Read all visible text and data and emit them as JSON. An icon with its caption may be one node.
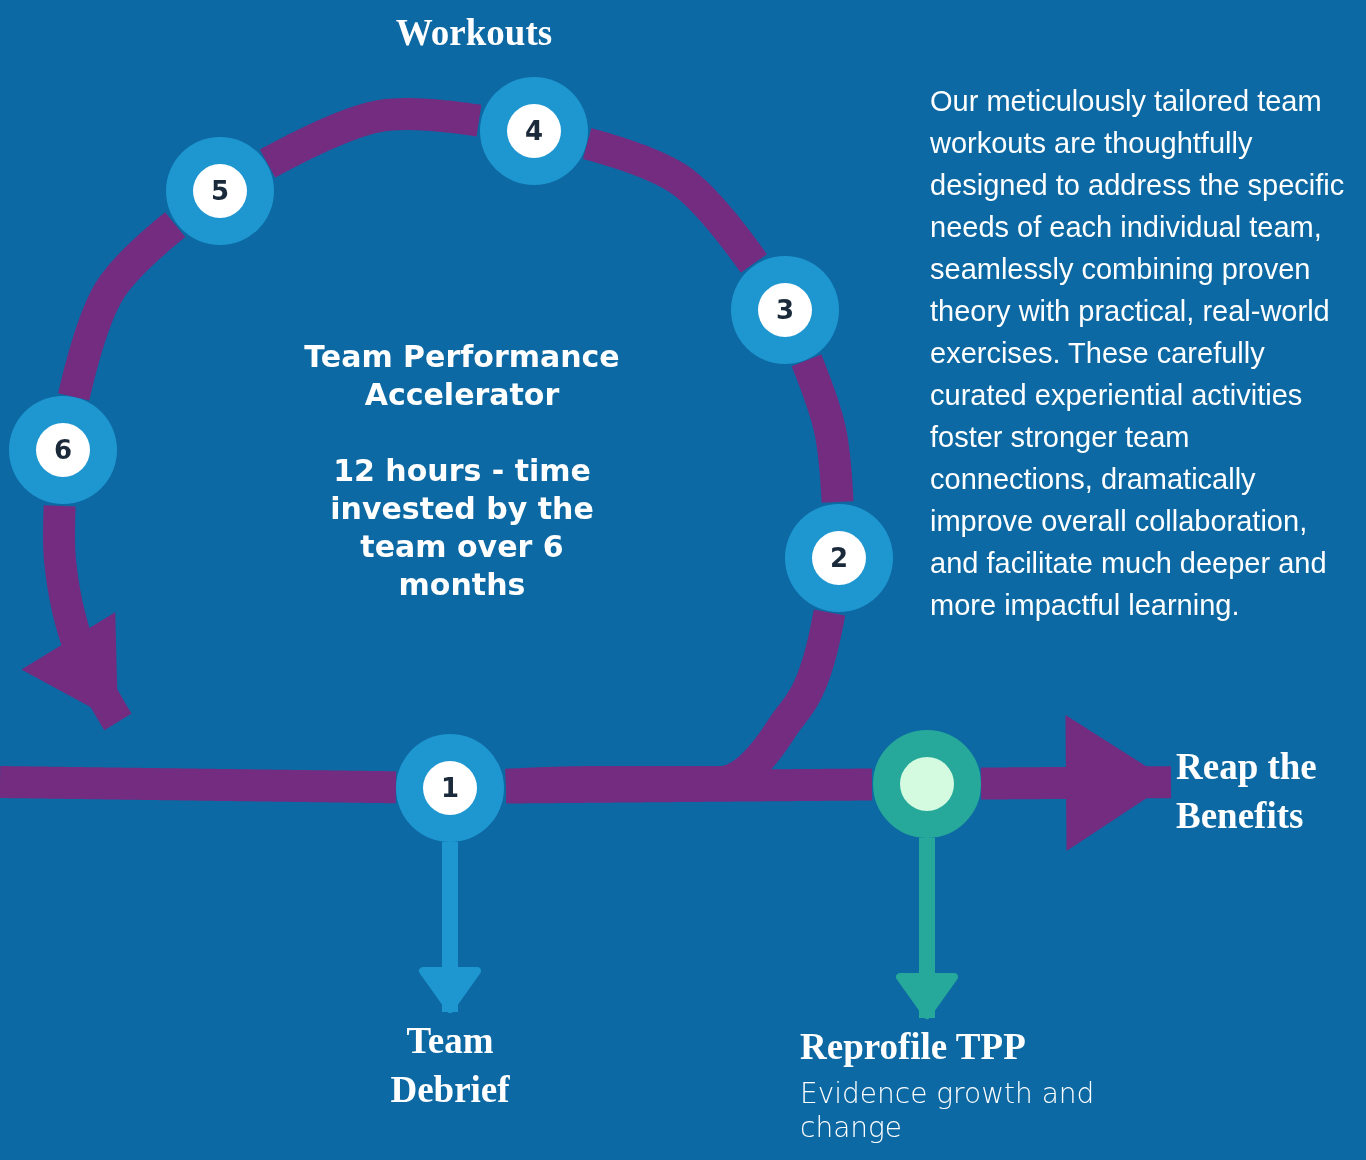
{
  "diagram": {
    "nodes": [
      {
        "text": [
          "1"
        ]
      },
      {
        "text": [
          "2"
        ]
      },
      {
        "text": [
          "3"
        ]
      },
      {
        "text": [
          "4"
        ]
      },
      {
        "text": [
          "5"
        ]
      },
      {
        "text": [
          "6"
        ]
      },
      {
        "text": [],
        "shape": "circle"
      },
      {
        "text": [
          "Reap the Benefits"
        ]
      },
      {
        "text": [
          "Team Debrief"
        ]
      },
      {
        "text": [
          "Reprofile TPP",
          "Evidence growth and change"
        ]
      }
    ],
    "edges": [
      {
        "from": null,
        "to": 0,
        "arrow": "none"
      },
      {
        "from": 0,
        "to": 1,
        "arrow": "none"
      },
      {
        "from": 1,
        "to": 2,
        "arrow": "none"
      },
      {
        "from": 2,
        "to": 3,
        "arrow": "none"
      },
      {
        "from": 3,
        "to": 4,
        "arrow": "none"
      },
      {
        "from": 4,
        "to": 5,
        "arrow": "none"
      },
      {
        "from": 5,
        "to": null,
        "arrow": "to"
      },
      {
        "from": 0,
        "to": 6,
        "arrow": "none"
      },
      {
        "from": 6,
        "to": 7,
        "arrow": "to"
      },
      {
        "from": 0,
        "to": 8,
        "arrow": "to",
        "color": "#1e97d0"
      },
      {
        "from": 6,
        "to": 9,
        "arrow": "to",
        "color": "#26a99a"
      }
    ],
    "labels": [
      "Workouts",
      "Team Performance Accelerator",
      "12 hours - time invested by the team over 6 months",
      "Our meticulously tailored team workouts are thoughtfully designed to address the specific needs of each individual team, seamlessly combining proven theory with practical, real-world exercises. These carefully curated experiential activities foster stronger team connections, dramatically improve overall collaboration, and facilitate much deeper and more impactful learning."
    ]
  }
}
